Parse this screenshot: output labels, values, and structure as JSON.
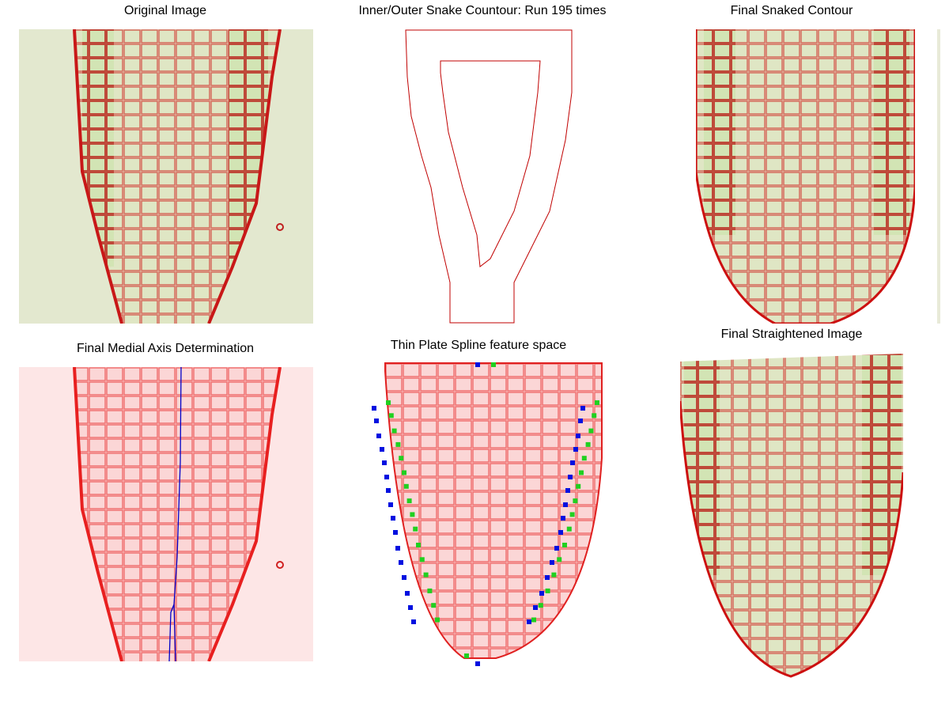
{
  "figure": {
    "panels": [
      {
        "title": "Original Image"
      },
      {
        "title": "Inner/Outer Snake Countour: Run 195 times"
      },
      {
        "title": "Final Snaked Contour"
      },
      {
        "title": "Final Medial Axis Determination"
      },
      {
        "title": "Thin Plate Spline feature space"
      },
      {
        "title": "Final Straightened Image"
      }
    ]
  },
  "colors": {
    "background_tissue": "#e3e8cf",
    "membrane_red": "#d81e1e",
    "medial_axis_blue": "#0000c8",
    "marker_blue": "#0010e0",
    "marker_green": "#20d020",
    "pink_background": "#fde6e6"
  }
}
